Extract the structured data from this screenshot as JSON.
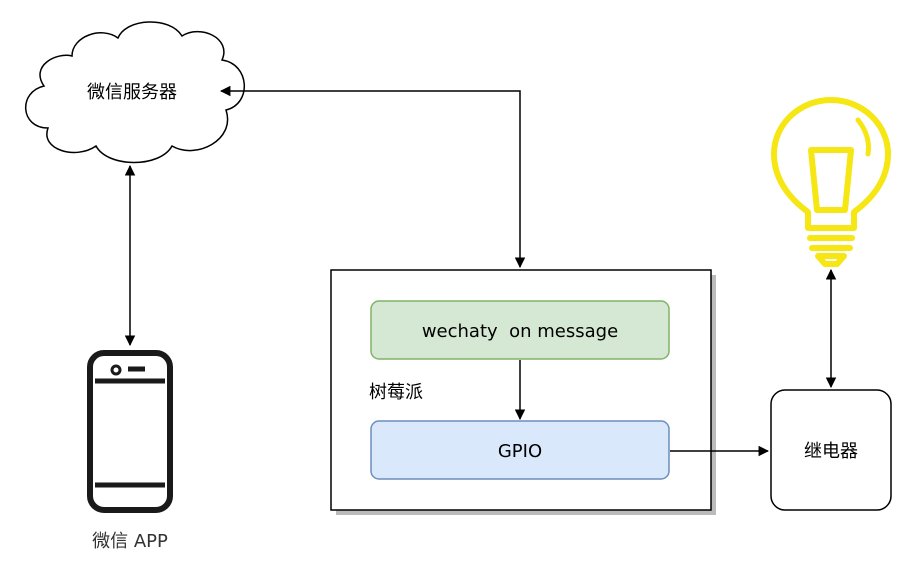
{
  "nodes": {
    "wechat_server": {
      "label": "微信服务器"
    },
    "wechat_app": {
      "label": "微信 APP"
    },
    "raspberry_pi": {
      "label": "树莓派"
    },
    "on_message": {
      "label": "wechaty  on message"
    },
    "gpio": {
      "label": "GPIO"
    },
    "relay": {
      "label": "继电器"
    }
  },
  "icons": {
    "phone": "phone-icon",
    "bulb": "light-bulb-icon"
  },
  "colors": {
    "stroke": "#000000",
    "green_fill": "#d5e8d4",
    "green_stroke": "#82b366",
    "blue_fill": "#dae8fc",
    "blue_stroke": "#6c8ebf",
    "bulb": "#f5e614",
    "phone": "#1a1a1a",
    "caption_text": "#333333"
  }
}
